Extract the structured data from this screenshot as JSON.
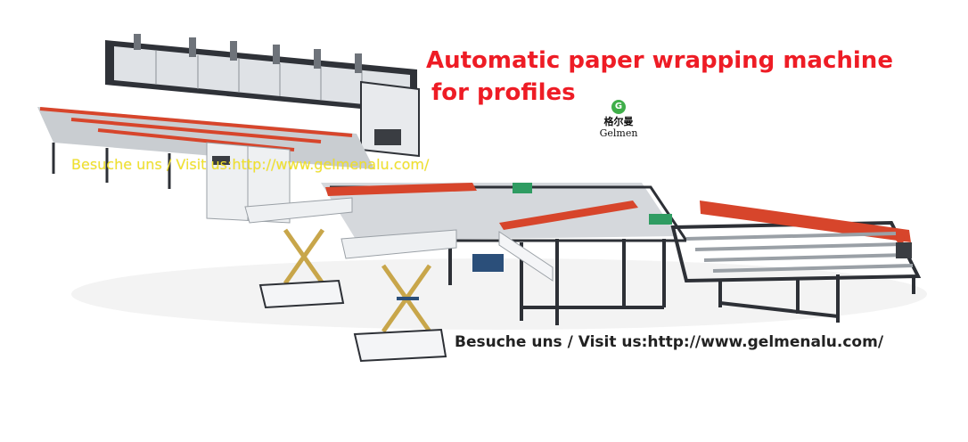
{
  "headline": {
    "line1": "Automatic paper wrapping machine",
    "line2": "for profiles",
    "color": "#ee1c25"
  },
  "logo": {
    "mark": "G",
    "name_cn": "格尔曼",
    "name_en": "Gelmen",
    "mark_color": "#3fae49"
  },
  "watermarks": {
    "visit_yellow": "Besuche uns / Visit us:http://www.gelmenalu.com/",
    "visit_dark": "Besuche uns / Visit us:http://www.gelmenalu.com/"
  },
  "colors": {
    "frame": "#2d3036",
    "accent": "#d7452b",
    "panel": "#eef0f2",
    "lift": "#c8a64a"
  }
}
